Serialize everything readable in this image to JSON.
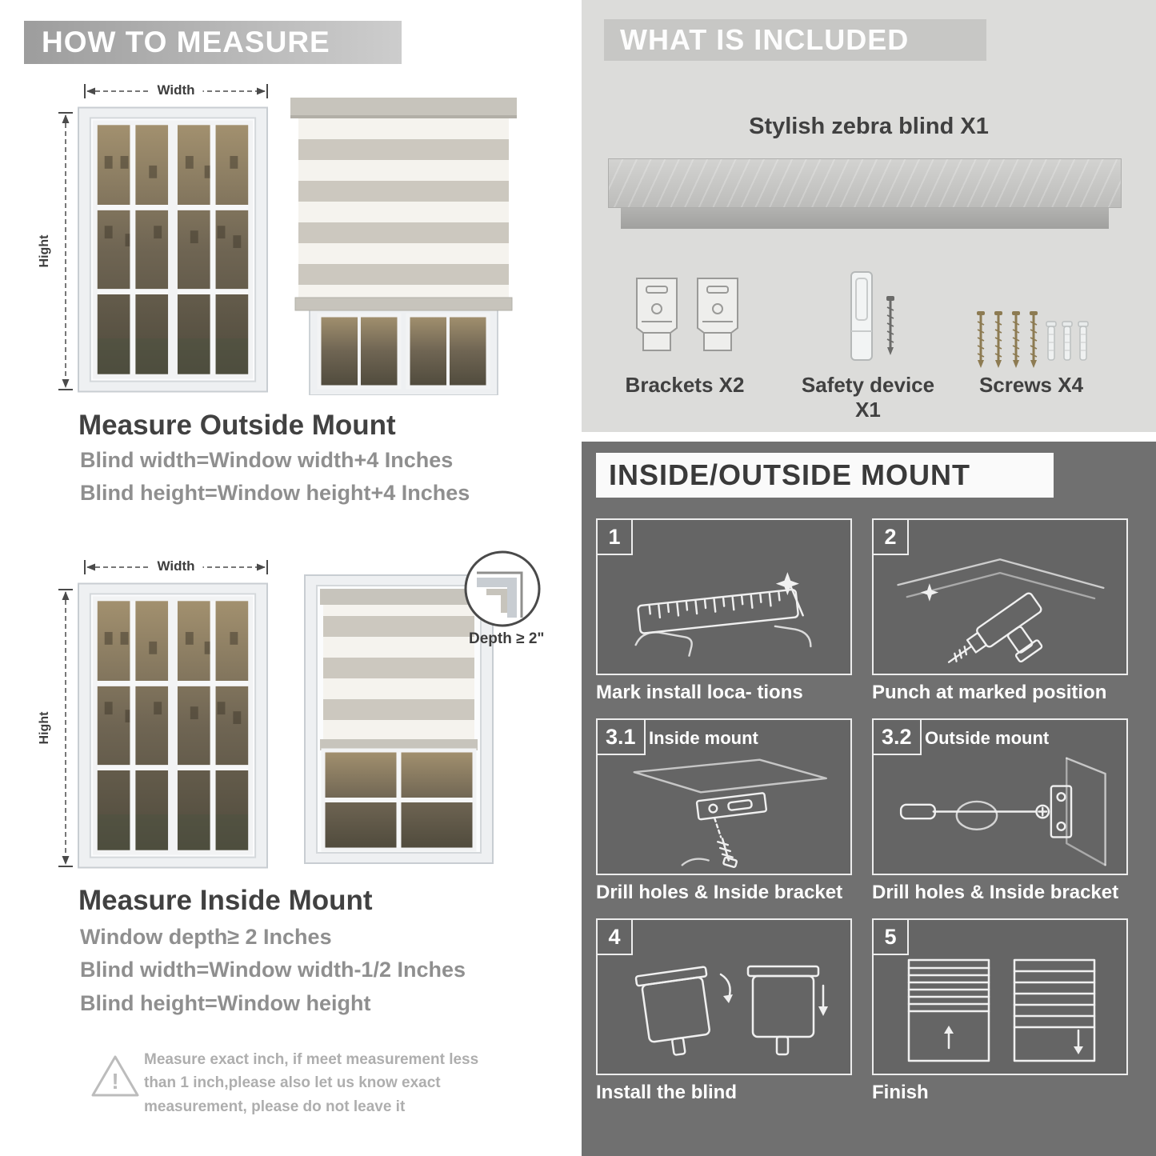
{
  "measure": {
    "banner": "HOW TO MEASURE",
    "width_label": "Width",
    "height_label": "Hight",
    "outside": {
      "title": "Measure Outside Mount",
      "lines": [
        "Blind width=Window width+4 Inches",
        "Blind height=Window height+4 Inches"
      ]
    },
    "inside": {
      "depth_callout": "Depth ≥ 2\"",
      "title": "Measure Inside Mount",
      "lines": [
        "Window depth≥ 2 Inches",
        "Blind width=Window width-1/2 Inches",
        "Blind height=Window height"
      ]
    },
    "note": {
      "icon": "!",
      "text": "Measure exact inch, if meet measurement less than 1 inch,please also let us know exact measurement, please do not leave it"
    }
  },
  "included": {
    "banner": "WHAT IS INCLUDED",
    "product": "Stylish zebra blind X1",
    "items": [
      {
        "name": "brackets",
        "label": "Brackets X2"
      },
      {
        "name": "safety-device",
        "label": "Safety device X1"
      },
      {
        "name": "screws",
        "label": "Screws X4"
      }
    ]
  },
  "mount": {
    "banner": "INSIDE/OUTSIDE MOUNT",
    "steps": [
      {
        "num": "1",
        "title": "",
        "caption": "Mark install loca- tions"
      },
      {
        "num": "2",
        "title": "",
        "caption": "Punch at  marked position"
      },
      {
        "num": "3.1",
        "title": "Inside mount",
        "caption": "Drill holes &  Inside bracket"
      },
      {
        "num": "3.2",
        "title": "Outside mount",
        "caption": "Drill holes &  Inside bracket"
      },
      {
        "num": "4",
        "title": "",
        "caption": "Install the blind"
      },
      {
        "num": "5",
        "title": "",
        "caption": "Finish"
      }
    ]
  },
  "colors": {
    "banner_gray": "#9d9d9d",
    "light_block": "#dcdcda",
    "included_banner": "#c7c7c5",
    "dark_block": "#707070",
    "heading": "#414141",
    "subtext": "#8f8f8f",
    "stripe_solid": "#ccc8bf",
    "stripe_sheer": "#f5f3ee"
  }
}
